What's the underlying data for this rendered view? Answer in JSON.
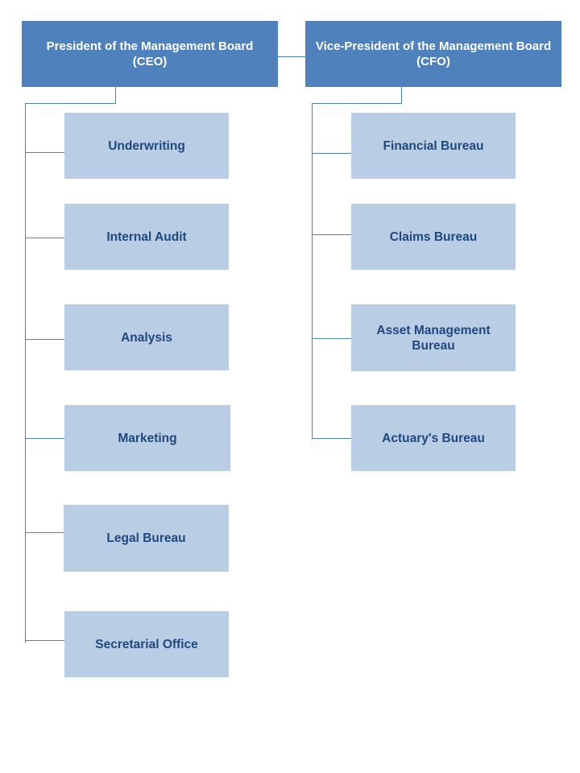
{
  "executives": {
    "ceo": {
      "label": "President of the Management Board\n(CEO)"
    },
    "cfo": {
      "label": "Vice-President of the Management Board\n(CFO)"
    }
  },
  "ceo_units": [
    {
      "label": "Underwriting"
    },
    {
      "label": "Internal Audit"
    },
    {
      "label": "Analysis"
    },
    {
      "label": "Marketing"
    },
    {
      "label": "Legal Bureau"
    },
    {
      "label": "Secretarial Office"
    }
  ],
  "cfo_units": [
    {
      "label": "Financial Bureau"
    },
    {
      "label": "Claims Bureau"
    },
    {
      "label": "Asset Management\nBureau"
    },
    {
      "label": "Actuary's  Bureau"
    }
  ],
  "colors": {
    "executive_fill": "#4f81bd",
    "executive_text": "#ffffff",
    "unit_fill": "#b9cde5",
    "unit_text": "#1f497d",
    "connector": "#4f81bd"
  }
}
